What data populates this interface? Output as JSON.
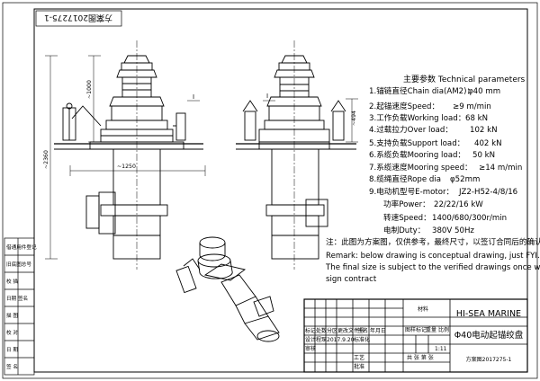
{
  "drawing_no_top": "方案图2017275-1",
  "params": {
    "heading": "主要参数 Technical parameters",
    "rows": [
      {
        "label": "1.锚链直径Chain dia(AM2)：",
        "value": "φ40 mm"
      },
      {
        "label": "2.起锚速度Speed：",
        "value": "≥9 m/min"
      },
      {
        "label": "3.工作负载Working load：",
        "value": "68 kN"
      },
      {
        "label": "4.过载拉力Over load：",
        "value": "102 kN"
      },
      {
        "label": "5.支持负载Support load：",
        "value": "402 kN"
      },
      {
        "label": "6.系缆负载Mooring load：",
        "value": "50 kN"
      },
      {
        "label": "7.系缆速度Mooring speed：",
        "value": "≥14 m/min"
      },
      {
        "label": "8.缆绳直径Rope dia",
        "value": "φ52mm"
      },
      {
        "label": "9.电动机型号E-motor：",
        "value": "JZ2-H52-4/8/16"
      }
    ],
    "motor_rows": [
      {
        "label": "功率Power：",
        "value": "22/22/16 kW"
      },
      {
        "label": "转速Speed：",
        "value": "1400/680/300r/min"
      },
      {
        "label": "电制Duty：",
        "value": "380V 50Hz"
      }
    ]
  },
  "remark": {
    "cn": "注：此图为方案图，仅供参考，最终尺寸，以签订合同后的确认图为准",
    "en_lines": [
      "Remark: below drawing is conceptual drawing, just FYI.",
      "The final size is subject to the verified drawings once we",
      "sign contract"
    ]
  },
  "dimensions": {
    "d1000": "~1000",
    "d2360": "~2360",
    "d1250": "~1250",
    "d494": "~494"
  },
  "marks": {
    "I": "I",
    "I2": "I"
  },
  "side_table": [
    "借通用件登记",
    "旧底图总号",
    "校 描",
    "日期 签名",
    "描 图",
    "校 对",
    "日 期",
    "签 名"
  ],
  "title_block": {
    "company": "HI-SEA MARINE",
    "material_label": "材料",
    "title": "Φ40电动起锚绞盘",
    "drawing_no": "方案图2017275-1",
    "scale": "1:11",
    "stage_label": "图样标记",
    "weight_label": "重量",
    "scale_label": "比例",
    "sheet_label": "共 张  第 张",
    "rev_headers": [
      "标记",
      "处数",
      "分区",
      "更改文件号",
      "签名",
      "年月日"
    ],
    "sign_rows": [
      {
        "label": "设计",
        "name": "程琛",
        "date": "2017.9.20",
        "extra": "标准化"
      },
      {
        "label": "审核",
        "name": "",
        "date": "",
        "extra": "工艺"
      },
      {
        "label": "",
        "name": "",
        "date": "",
        "extra": "批准"
      }
    ]
  }
}
